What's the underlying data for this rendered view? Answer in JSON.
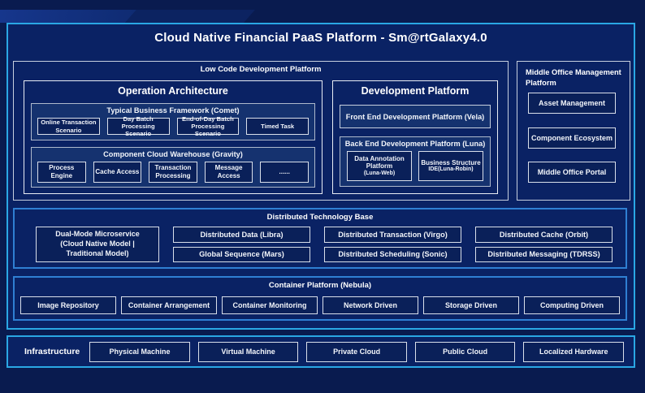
{
  "title": "Cloud Native Financial PaaS Platform - Sm@rtGalaxy4.0",
  "colors": {
    "page_background": "#091B4F",
    "panel_background": "#0A2264",
    "panel_border": "#2AA7E4",
    "blue_section_border": "#2F7FD3",
    "light_border": "#D9DFEA",
    "box_fill": "#0A2059",
    "subbox_fill": "#15326F"
  },
  "low_code": {
    "label": "Low Code Development Platform",
    "operation_architecture": {
      "title": "Operation Architecture",
      "typical_business": {
        "title": "Typical Business Framework (Comet)",
        "items": [
          "Online Transaction Scenario",
          "Day Batch Processing Scenario",
          "End-of-Day Batch Processing Scenario",
          "Timed Task"
        ]
      },
      "component_cloud": {
        "title": "Component Cloud Warehouse (Gravity)",
        "items": [
          "Process Engine",
          "Cache Access",
          "Transaction Processing",
          "Message Access",
          "......"
        ]
      }
    },
    "development_platform": {
      "title": "Development Platform",
      "front_end": "Front End Development Platform (Vela)",
      "back_end": {
        "title": "Back End Development Platform (Luna)",
        "items": [
          {
            "name": "Data Annotation Platform",
            "sub": "(Luna-Web)"
          },
          {
            "name": "Business Structure",
            "sub": "IDE(Luna-Robin)"
          }
        ]
      }
    }
  },
  "middle_office": {
    "label": "Middle Office Management Platform",
    "items": [
      "Asset Management",
      "Component Ecosystem",
      "Middle Office Portal"
    ]
  },
  "distributed": {
    "label": "Distributed Technology Base",
    "dual_mode": "Dual-Mode Microservice (Cloud Native Model | Traditional Model)",
    "col1": [
      "Distributed Data (Libra)",
      "Global Sequence (Mars)"
    ],
    "col2": [
      "Distributed Transaction (Virgo)",
      "Distributed Scheduling (Sonic)"
    ],
    "col3": [
      "Distributed Cache (Orbit)",
      "Distributed Messaging (TDRSS)"
    ]
  },
  "container_platform": {
    "label": "Container Platform (Nebula)",
    "items": [
      "Image Repository",
      "Container Arrangement",
      "Container Monitoring",
      "Network Driven",
      "Storage Driven",
      "Computing Driven"
    ]
  },
  "infrastructure": {
    "label": "Infrastructure",
    "items": [
      "Physical Machine",
      "Virtual Machine",
      "Private Cloud",
      "Public Cloud",
      "Localized Hardware"
    ]
  }
}
